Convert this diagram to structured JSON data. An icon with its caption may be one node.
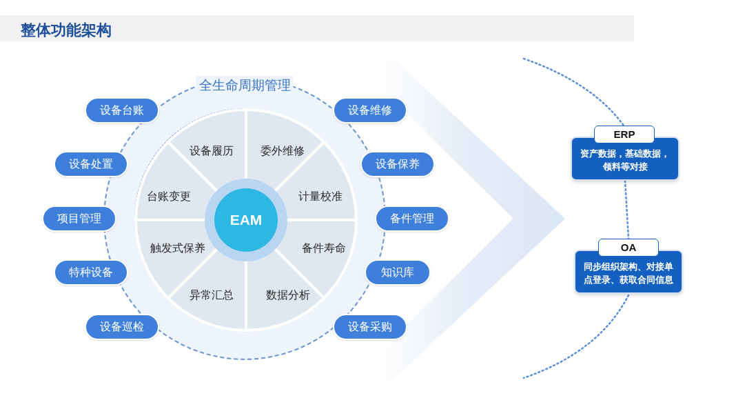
{
  "diagram": {
    "title": "整体功能架构",
    "nodes": [
      {
        "text": [
          "全生命周期管理"
        ]
      },
      {
        "text": [
          "设备台账"
        ]
      },
      {
        "text": [
          "设备维修"
        ]
      },
      {
        "text": [
          "设备处置"
        ]
      },
      {
        "text": [
          "设备保养"
        ]
      },
      {
        "text": [
          "项目管理"
        ]
      },
      {
        "text": [
          "备件管理"
        ]
      },
      {
        "text": [
          "特种设备"
        ]
      },
      {
        "text": [
          "知识库"
        ]
      },
      {
        "text": [
          "设备巡检"
        ]
      },
      {
        "text": [
          "设备采购"
        ]
      },
      {
        "text": [
          "设备履历"
        ],
        "in": 0
      },
      {
        "text": [
          "委外维修"
        ],
        "in": 0
      },
      {
        "text": [
          "台账变更"
        ],
        "in": 0
      },
      {
        "text": [
          "计量校准"
        ],
        "in": 0
      },
      {
        "text": [
          "触发式保养"
        ],
        "in": 0
      },
      {
        "text": [
          "备件寿命"
        ],
        "in": 0
      },
      {
        "text": [
          "异常汇总"
        ],
        "in": 0
      },
      {
        "text": [
          "数据分析"
        ],
        "in": 0
      },
      {
        "text": [
          "EAM"
        ],
        "in": 0
      },
      {
        "text": [
          "ERP",
          "资产数据，基础数据，领料等对接"
        ]
      },
      {
        "text": [
          "OA",
          "同步组织架构、对接单点登录、获取合同信息"
        ]
      }
    ],
    "edges": [
      {
        "from": 20,
        "to": 21,
        "arrow": "none",
        "style": "dashed"
      }
    ]
  }
}
